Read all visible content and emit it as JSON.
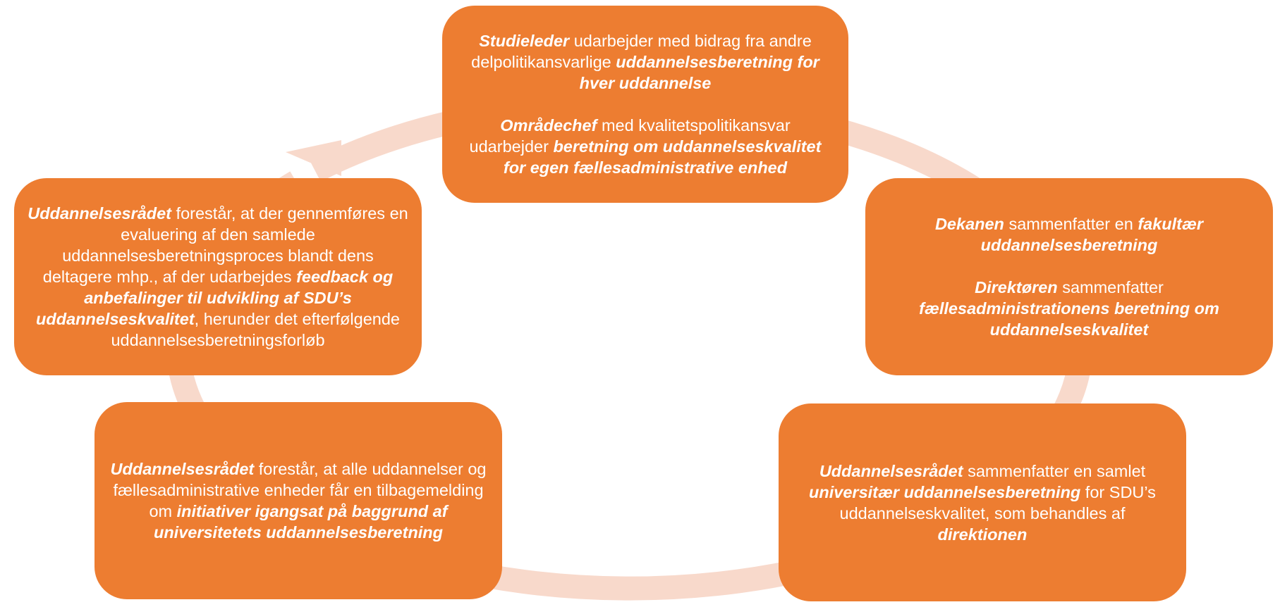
{
  "diagram": {
    "ring_color": "#F8D9CB",
    "box_color": "#ED7D31",
    "text_color": "#FFFFFF",
    "steps": [
      {
        "paragraphs": [
          [
            {
              "t": "Studieleder",
              "b": true
            },
            {
              "t": " udarbejder med bidrag fra andre delpolitikansvarlige ",
              "b": false
            },
            {
              "t": "uddannelsesberetning for hver uddannelse",
              "b": true
            }
          ],
          [
            {
              "t": "Områdechef",
              "b": true
            },
            {
              "t": " med kvalitetspolitikansvar udarbejder ",
              "b": false
            },
            {
              "t": "beretning om uddannelseskvalitet for egen fællesadministrative enhed",
              "b": true
            }
          ]
        ]
      },
      {
        "paragraphs": [
          [
            {
              "t": "Dekanen",
              "b": true
            },
            {
              "t": " sammenfatter en ",
              "b": false
            },
            {
              "t": "fakultær uddannelsesberetning",
              "b": true
            }
          ],
          [
            {
              "t": "Direktøren",
              "b": true
            },
            {
              "t": " sammenfatter ",
              "b": false
            },
            {
              "t": "fællesadministrationens beretning om uddannelseskvalitet",
              "b": true
            }
          ]
        ]
      },
      {
        "paragraphs": [
          [
            {
              "t": "Uddannelsesrådet",
              "b": true
            },
            {
              "t": " sammenfatter en samlet ",
              "b": false
            },
            {
              "t": "universitær uddannelsesberetning",
              "b": true
            },
            {
              "t": " for SDU’s uddannelseskvalitet, som behandles af ",
              "b": false
            },
            {
              "t": "direktionen",
              "b": true
            }
          ]
        ]
      },
      {
        "paragraphs": [
          [
            {
              "t": "Uddannelsesrådet",
              "b": true
            },
            {
              "t": " forestår, at alle uddannelser og fællesadministrative enheder får en tilbagemelding om ",
              "b": false
            },
            {
              "t": "initiativer igangsat på baggrund af universitetets uddannelsesberetning",
              "b": true
            }
          ]
        ]
      },
      {
        "paragraphs": [
          [
            {
              "t": "Uddannelsesrådet",
              "b": true
            },
            {
              "t": " forestår, at der gennemføres en evaluering af den samlede uddannelsesberetningsproces blandt dens deltagere mhp., af der udarbejdes ",
              "b": false
            },
            {
              "t": "feedback og anbefalinger til udvikling af SDU’s uddannelseskvalitet",
              "b": true
            },
            {
              "t": ", herunder det efterfølgende uddannelsesberetningsforløb",
              "b": false
            }
          ]
        ]
      }
    ]
  }
}
